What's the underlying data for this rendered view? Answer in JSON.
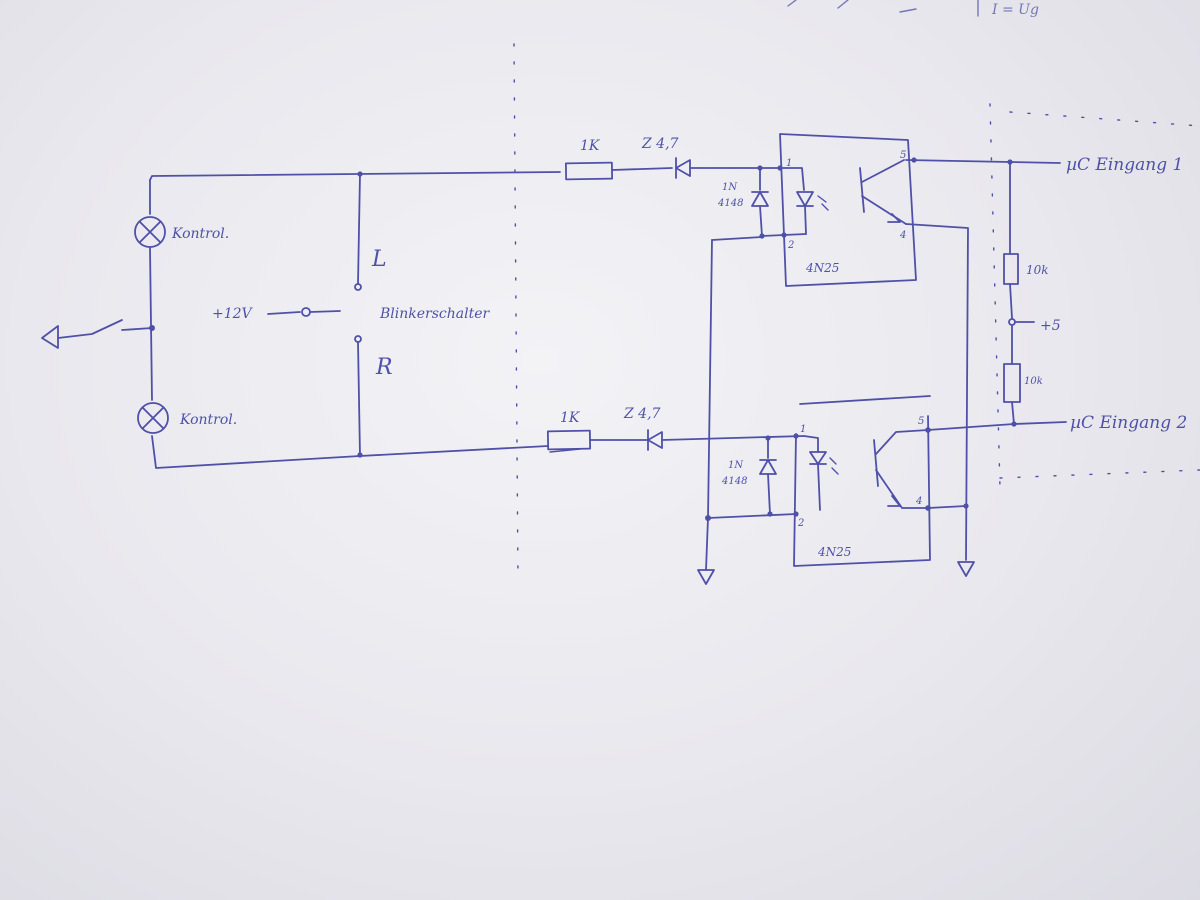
{
  "colors": {
    "ink": "#4f51a8",
    "paper": "#efeff3"
  },
  "labels": {
    "lamp_top": "Kontrol.",
    "lamp_bottom": "Kontrol.",
    "switch_left": "L",
    "switch_right": "R",
    "supply": "+12V",
    "switch_name": "Blinkerschalter",
    "res_top": "1K",
    "zener_top": "Z 4,7",
    "res_bottom": "1K",
    "zener_bottom": "Z 4,7",
    "diode_top": "1N\n4148",
    "diode_bottom": "1N\n4148",
    "pin_1_top": "1",
    "pin_2_top": "2",
    "pin_4_top": "4",
    "pin_5_top": "5",
    "pin_1_bottom": "1",
    "pin_2_bottom": "2",
    "pin_4_bottom": "4",
    "pin_5_bottom": "5",
    "opto_top": "4N25",
    "opto_bottom": "4N25",
    "pullup_top": "10k",
    "pullup_bottom": "10k",
    "plus5": "+5",
    "output_1": "µC Eingang 1",
    "output_2": "µC Eingang 2",
    "top_scribble": "I = Ug"
  }
}
